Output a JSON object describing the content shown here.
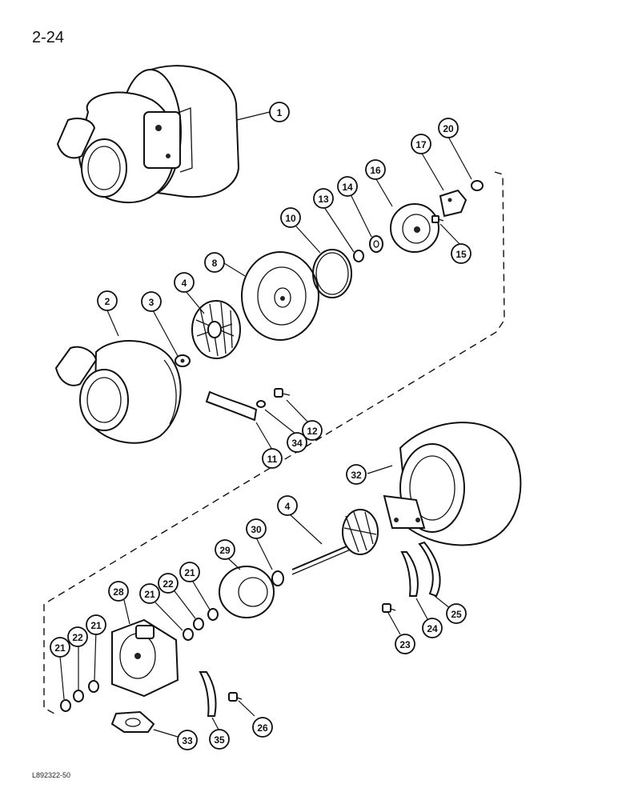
{
  "page": {
    "number": "2-24",
    "figure_code": "L892322-50"
  },
  "callouts": [
    {
      "id": "c1",
      "label": "1"
    },
    {
      "id": "c2",
      "label": "2"
    },
    {
      "id": "c3",
      "label": "3"
    },
    {
      "id": "c4a",
      "label": "4"
    },
    {
      "id": "c8",
      "label": "8"
    },
    {
      "id": "c10",
      "label": "10"
    },
    {
      "id": "c13",
      "label": "13"
    },
    {
      "id": "c14",
      "label": "14"
    },
    {
      "id": "c16",
      "label": "16"
    },
    {
      "id": "c17",
      "label": "17"
    },
    {
      "id": "c20",
      "label": "20"
    },
    {
      "id": "c15",
      "label": "15"
    },
    {
      "id": "c11",
      "label": "11"
    },
    {
      "id": "c34",
      "label": "34"
    },
    {
      "id": "c12",
      "label": "12"
    },
    {
      "id": "c32",
      "label": "32"
    },
    {
      "id": "c4b",
      "label": "4"
    },
    {
      "id": "c29",
      "label": "29"
    },
    {
      "id": "c30",
      "label": "30"
    },
    {
      "id": "c28",
      "label": "28"
    },
    {
      "id": "c21a",
      "label": "21"
    },
    {
      "id": "c22a",
      "label": "22"
    },
    {
      "id": "c21b",
      "label": "21"
    },
    {
      "id": "c21c",
      "label": "21"
    },
    {
      "id": "c22b",
      "label": "22"
    },
    {
      "id": "c21d",
      "label": "21"
    },
    {
      "id": "c23",
      "label": "23"
    },
    {
      "id": "c24",
      "label": "24"
    },
    {
      "id": "c25",
      "label": "25"
    },
    {
      "id": "c33",
      "label": "33"
    },
    {
      "id": "c35",
      "label": "35"
    },
    {
      "id": "c26",
      "label": "26"
    }
  ]
}
